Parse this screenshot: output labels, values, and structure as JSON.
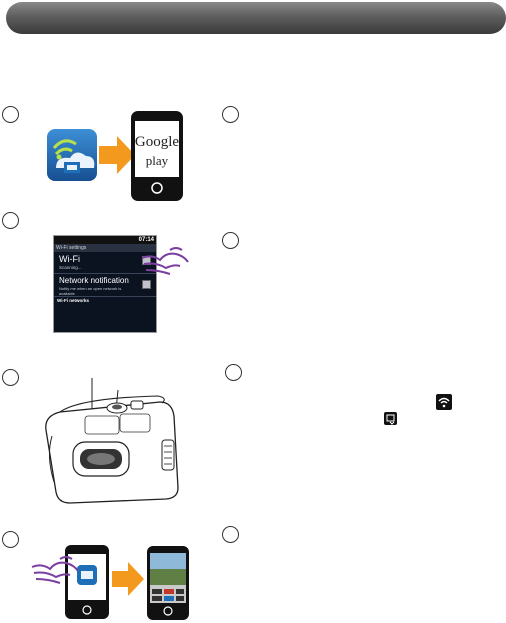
{
  "header": {
    "color_top": "#8a8a8a",
    "color_bottom": "#3a3a3a"
  },
  "icons": {
    "app": "wifi-app-icon",
    "arrow": "orange-arrow-icon",
    "phone": "smartphone-icon",
    "hand": "tapping-hand-icon",
    "camera": "action-camera-illustration",
    "wifi_status": "wifi-signal-icon",
    "transfer": "transfer-icon"
  },
  "google_play": {
    "line1": "Google",
    "line2": "play"
  },
  "wifi_settings": {
    "time": "07:14",
    "title": "Wi-Fi settings",
    "wifi_label": "Wi-Fi",
    "wifi_status": "Scanning...",
    "notification_label": "Network notification",
    "notification_desc": "Notify me when an open network is available",
    "networks_header": "Wi-Fi networks"
  },
  "colors": {
    "accent_orange": "#f39a1e",
    "hand_purple": "#7b3fa0",
    "app_blue": "#1f6fb8"
  }
}
